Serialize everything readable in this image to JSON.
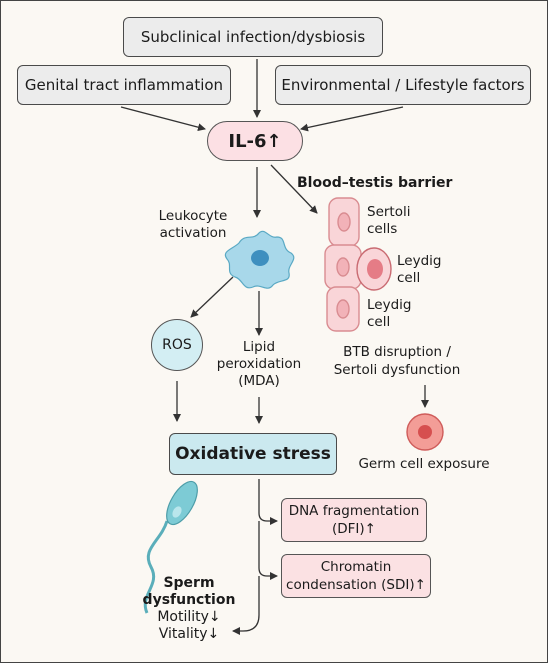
{
  "top": {
    "subclinical": "Subclinical infection/dysbiosis",
    "genital": "Genital tract inflammation",
    "environmental": "Environmental / Lifestyle factors"
  },
  "il6": "IL-6↑",
  "btb_title": "Blood–testis barrier",
  "leukocyte": [
    "Leukocyte",
    "activation"
  ],
  "sertoli": [
    "Sertoli",
    "cells"
  ],
  "leydig_upper": [
    "Leydig",
    "cell"
  ],
  "leydig_lower": [
    "Leydig",
    "cell"
  ],
  "btb_disruption": [
    "BTB disruption /",
    "Sertoli dysfunction"
  ],
  "germ_cell": "Germ cell exposure",
  "ros": "ROS",
  "lipid": [
    "Lipid",
    "peroxidation",
    "(MDA)"
  ],
  "oxidative": "Oxidative stress",
  "dna": [
    "DNA fragmentation",
    "(DFI)↑"
  ],
  "chromatin": [
    "Chromatin",
    "condensation  (SDI)↑"
  ],
  "sperm": {
    "title1": "Sperm",
    "title2": "dysfunction",
    "motility": "Motility↓",
    "vitality": "Vitality↓"
  },
  "colors": {
    "gray_box": "#ececec",
    "pink_box": "#fbe1e3",
    "il6_fill": "#fce0e4",
    "teal_box": "#cbe9ef",
    "ros_fill": "#d3eef3",
    "sperm": "#6ec1cc",
    "leukocyte": "#7fc6dd",
    "germ_cell": "#e88583"
  }
}
